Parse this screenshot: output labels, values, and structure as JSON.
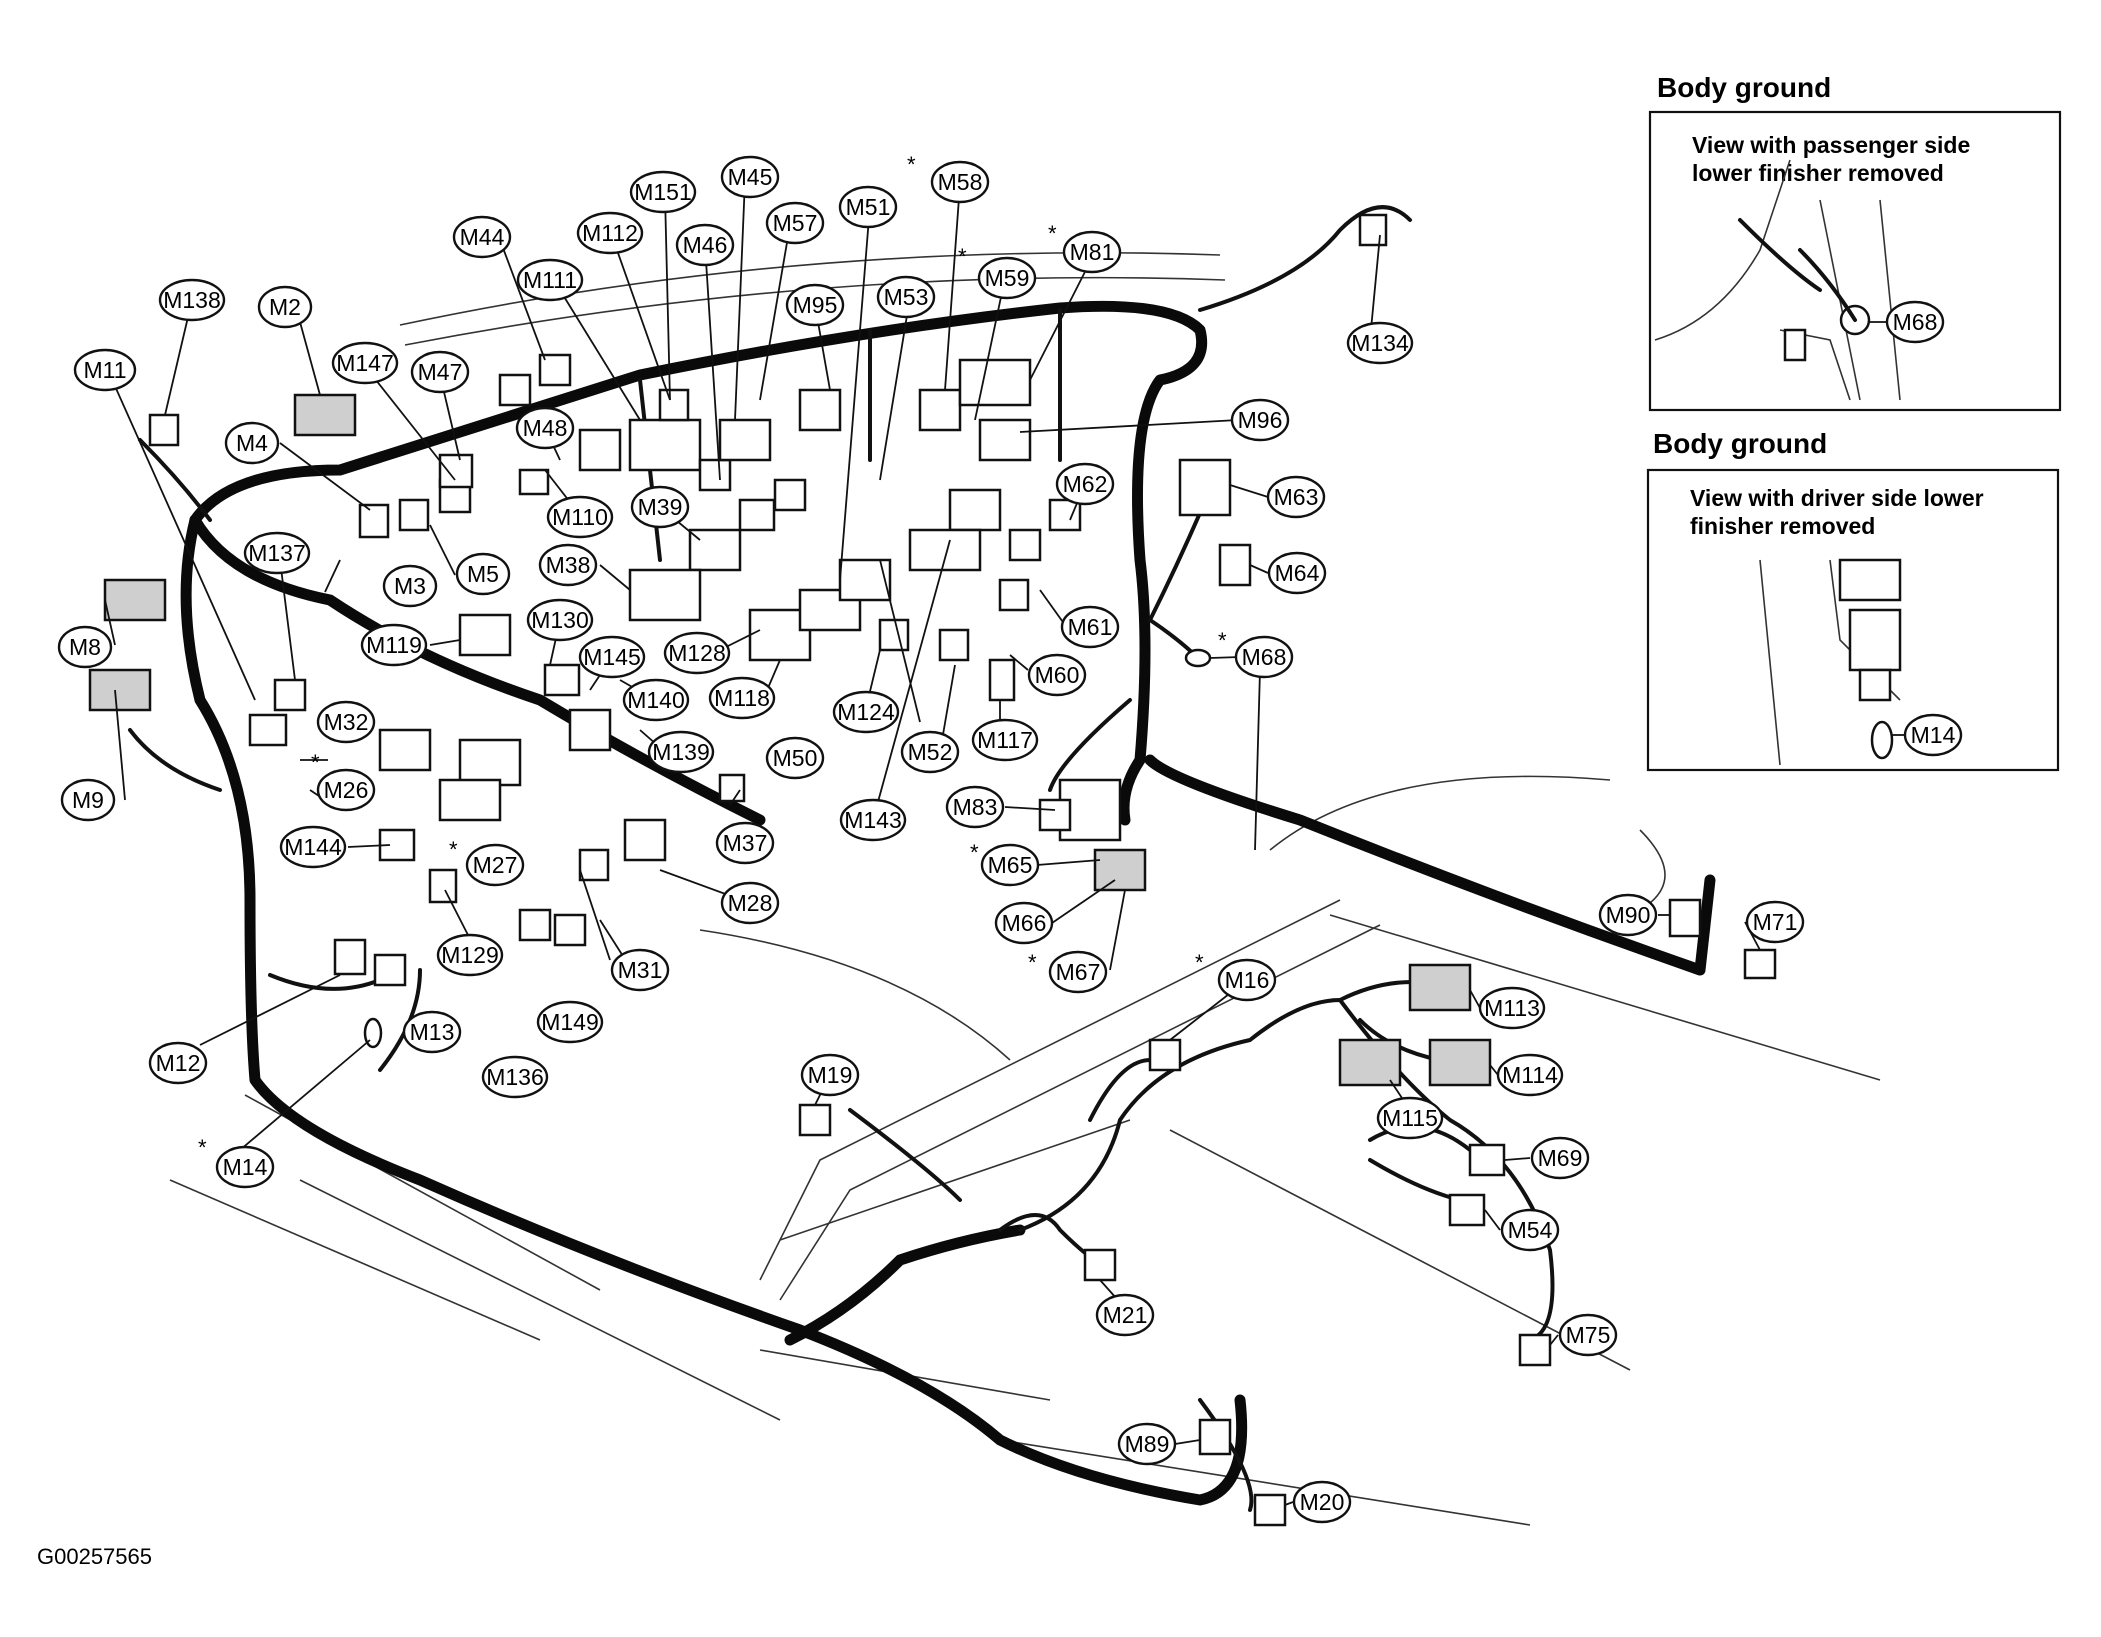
{
  "labels": [
    "M138",
    "M2",
    "M11",
    "M147",
    "M47",
    "M4",
    "M44",
    "M111",
    "M112",
    "M151",
    "M45",
    "M46",
    "M57",
    "M51",
    "M58",
    "M95",
    "M53",
    "M59",
    "M81",
    "M134",
    "M48",
    "M110",
    "M39",
    "M38",
    "M3",
    "M5",
    "M137",
    "M8",
    "M9",
    "M119",
    "M130",
    "M145",
    "M128",
    "M118",
    "M124",
    "M50",
    "M140",
    "M139",
    "M32",
    "M26",
    "M37",
    "M144",
    "M27",
    "M28",
    "M129",
    "M31",
    "M12",
    "M13",
    "M136",
    "M149",
    "M14",
    "M96",
    "M63",
    "M62",
    "M64",
    "M61",
    "M68",
    "M60",
    "M52",
    "M117",
    "M143",
    "M83",
    "M65",
    "M66",
    "M67",
    "M90",
    "M71",
    "M16",
    "M113",
    "M114",
    "M115",
    "M19",
    "M69",
    "M54",
    "M21",
    "M75",
    "M89",
    "M20"
  ],
  "inset_top": {
    "title": "Body ground",
    "caption_line1": "View with passenger side",
    "caption_line2": "lower finisher removed",
    "label": "M68"
  },
  "inset_bottom": {
    "title": "Body ground",
    "caption_line1": "View with driver side lower",
    "caption_line2": "finisher removed",
    "label": "M14"
  },
  "figure_code": "G00257565"
}
